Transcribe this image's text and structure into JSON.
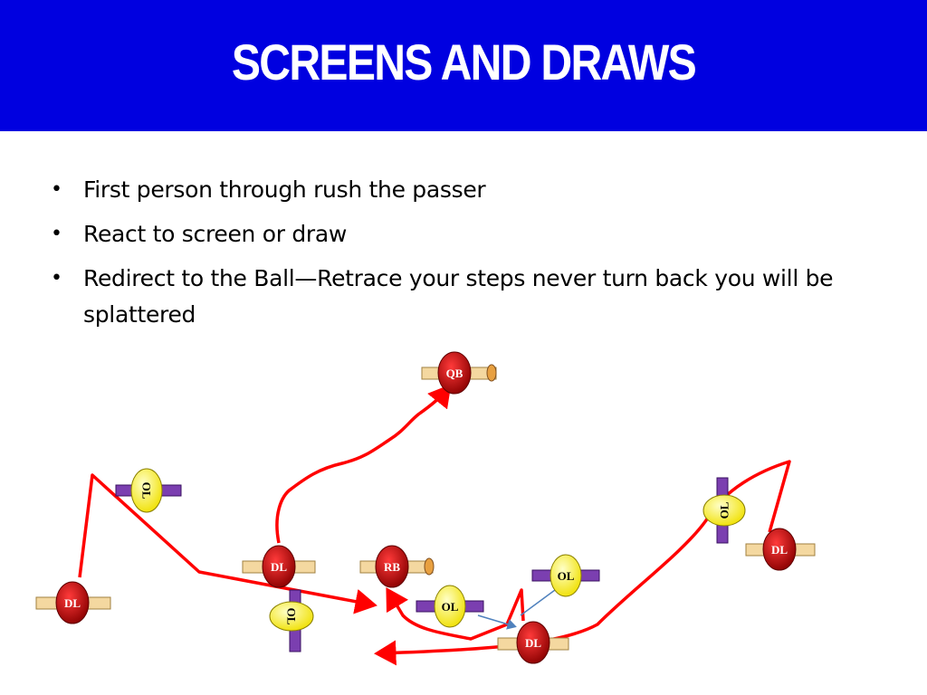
{
  "title": "SCREENS AND DRAWS",
  "bullets": [
    "First person through rush the passer",
    "React to screen or draw",
    "Redirect to the Ball—Retrace your steps never turn back you will be splattered"
  ],
  "players": {
    "qb": "QB",
    "rb": "RB",
    "ol": "OL",
    "dl": "DL"
  },
  "colors": {
    "banner": "#0000e0",
    "defense": "#c00000",
    "offense": "#ffff30",
    "arm_offense": "#7b3fb0",
    "route": "#ff0000",
    "assist": "#4f81bd"
  }
}
